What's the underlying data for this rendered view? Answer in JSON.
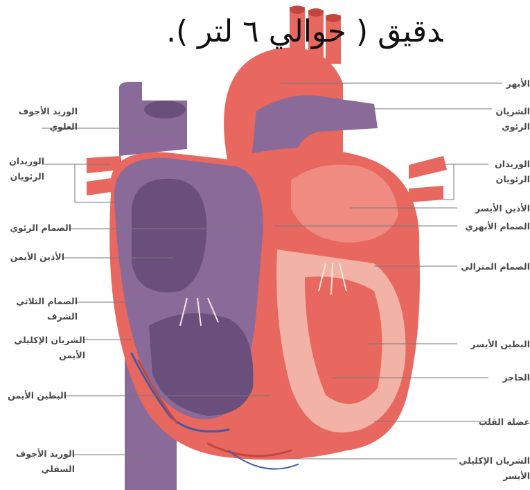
{
  "headline": "ﺪﻗﻴﻖ ( ﺣﻮاﻟﻲ ٦ ﻟﺘﺮ ).",
  "labels_left": [
    {
      "id": "superior-vena-cava",
      "text": "الوريد الأجوف العلوي"
    },
    {
      "id": "right-pulmonary-veins",
      "text": "الوريدان الرئويان"
    },
    {
      "id": "pulmonary-valve",
      "text": "الصمام الرئوي"
    },
    {
      "id": "right-atrium",
      "text": "الأذين الأيمن"
    },
    {
      "id": "tricuspid-valve",
      "text": "الصمام الثلاثي الشرف"
    },
    {
      "id": "right-coronary-artery",
      "text": "الشريان الإكليلي الأيمن"
    },
    {
      "id": "right-ventricle",
      "text": "البطين الأيمن"
    },
    {
      "id": "inferior-vena-cava",
      "text": "الوريد الأجوف السفلي"
    }
  ],
  "labels_right": [
    {
      "id": "aorta",
      "text": "الأبهر"
    },
    {
      "id": "pulmonary-artery",
      "text": "الشريان الرئوي"
    },
    {
      "id": "left-pulmonary-veins",
      "text": "الوريدان الرئويان"
    },
    {
      "id": "left-atrium",
      "text": "الأذين الأيسر"
    },
    {
      "id": "aortic-valve",
      "text": "الصمام الأبهري"
    },
    {
      "id": "mitral-valve",
      "text": "الصمام المترالي"
    },
    {
      "id": "left-ventricle",
      "text": "البطين الأيسر"
    },
    {
      "id": "septum",
      "text": "الحاجز"
    },
    {
      "id": "heart-muscle",
      "text": "عضلة القلب"
    },
    {
      "id": "left-coronary-artery",
      "text": "الشريان الإكليلي الأيسر"
    }
  ],
  "colors": {
    "oxygenated": "#e8675f",
    "oxygenated_light": "#f3a09a",
    "deoxygenated": "#8a6a98",
    "deoxygenated_dark": "#6a4f7c",
    "muscle": "#f2b2a6",
    "leader_line": "#777777"
  }
}
